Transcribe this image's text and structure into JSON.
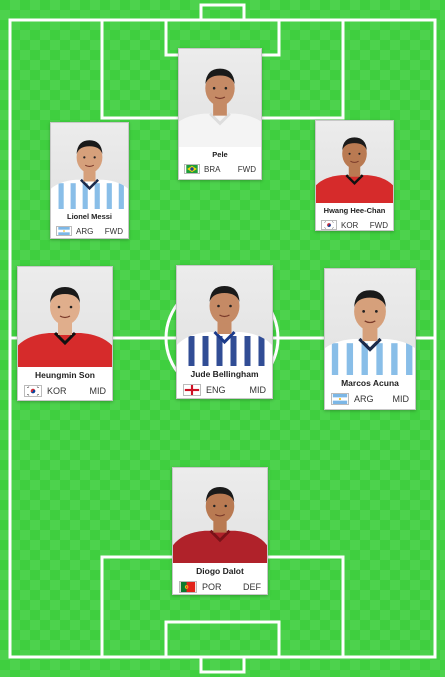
{
  "colors": {
    "pitch": "#3fcf3f",
    "lines": "#ffffff"
  },
  "players": [
    {
      "name": "Pele",
      "country": "BRA",
      "position": "FWD",
      "flag_icon": "brazil-flag-icon",
      "kit": "white"
    },
    {
      "name": "Lionel Messi",
      "country": "ARG",
      "position": "FWD",
      "flag_icon": "argentina-flag-icon",
      "kit": "argentina"
    },
    {
      "name": "Hwang Hee-Chan",
      "country": "KOR",
      "position": "FWD",
      "flag_icon": "korea-flag-icon",
      "kit": "korea"
    },
    {
      "name": "Heungmin Son",
      "country": "KOR",
      "position": "MID",
      "flag_icon": "korea-flag-icon",
      "kit": "korea"
    },
    {
      "name": "Jude Bellingham",
      "country": "ENG",
      "position": "MID",
      "flag_icon": "england-flag-icon",
      "kit": "england"
    },
    {
      "name": "Marcos Acuna",
      "country": "ARG",
      "position": "MID",
      "flag_icon": "argentina-flag-icon",
      "kit": "argentina"
    },
    {
      "name": "Diogo Dalot",
      "country": "POR",
      "position": "DEF",
      "flag_icon": "portugal-flag-icon",
      "kit": "portugal"
    }
  ]
}
